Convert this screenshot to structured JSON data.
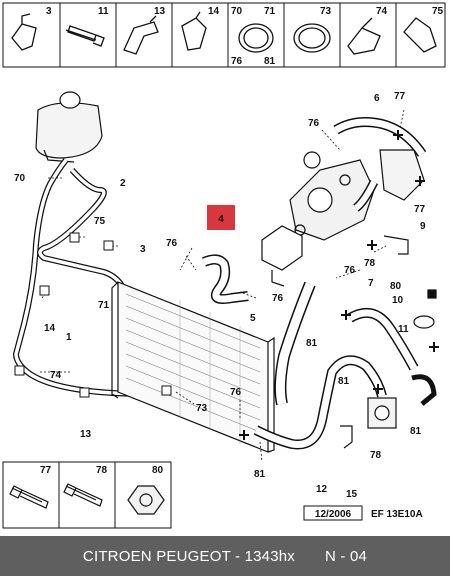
{
  "top_parts": [
    "3",
    "11",
    "13",
    "14",
    "70",
    "71",
    "76",
    "81",
    "73",
    "74",
    "75"
  ],
  "bottom_parts": [
    "77",
    "78",
    "80"
  ],
  "highlight_label": "4",
  "callouts": {
    "c6": "6",
    "c77a": "77",
    "c76a": "76",
    "c77b": "77",
    "c9": "9",
    "c78a": "78",
    "c76b": "76",
    "c76c": "76",
    "c76d": "76",
    "c80": "80",
    "c10": "10",
    "c11": "11",
    "c7": "7",
    "c5": "5",
    "c81a": "81",
    "c81b": "81",
    "c81c": "81",
    "c81d": "81",
    "c76e": "76",
    "c78b": "78",
    "c15": "15",
    "c12": "12",
    "c2": "2",
    "c70": "70",
    "c75": "75",
    "c3": "3",
    "c71": "71",
    "c1": "1",
    "c14": "14",
    "c74": "74",
    "c73": "73",
    "c13": "13"
  },
  "date_box": "12/2006",
  "ref_code": "EF 13E10A",
  "footer": {
    "title": "CITROEN PEUGEOT - 1343hx",
    "page": "N - 04"
  },
  "colors": {
    "highlight": "#d9363e",
    "footer_bg": "#5f5f5f"
  }
}
